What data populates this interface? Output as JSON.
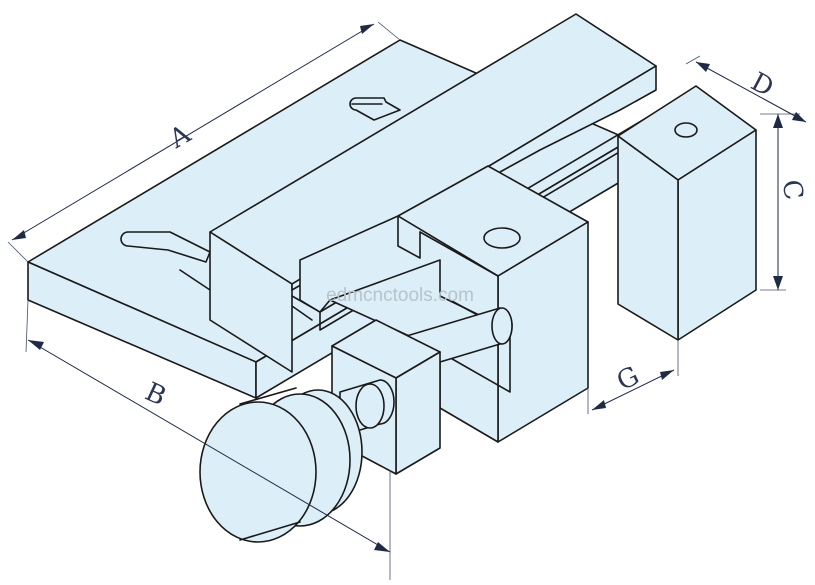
{
  "labels": {
    "A": "A",
    "B": "B",
    "C": "C",
    "D": "D",
    "G": "G"
  },
  "watermark": "edmcnctools.com",
  "colors": {
    "face": "#dceef7",
    "line": "#1a1a1a",
    "dimension": "#1f2a44"
  }
}
